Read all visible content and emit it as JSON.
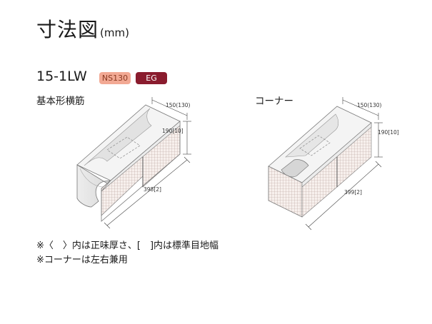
{
  "page": {
    "title": "寸法図",
    "unit": "(mm)"
  },
  "product": {
    "model": "15-1LW",
    "badges": [
      {
        "label": "NS130",
        "color": "#f2a994"
      },
      {
        "label": "EG",
        "color": "#8a1c2e"
      }
    ]
  },
  "drawings": [
    {
      "caption": "基本形横筋",
      "dims": {
        "width": "150(130)",
        "height": "190[10]",
        "length": "398[2]"
      }
    },
    {
      "caption": "コーナー",
      "dims": {
        "width": "150(130)",
        "height": "190[10]",
        "length": "399[2]"
      }
    }
  ],
  "notes": [
    "※〈　〉内は正味厚さ、[　]内は標準目地幅",
    "※コーナーは左右兼用"
  ]
}
